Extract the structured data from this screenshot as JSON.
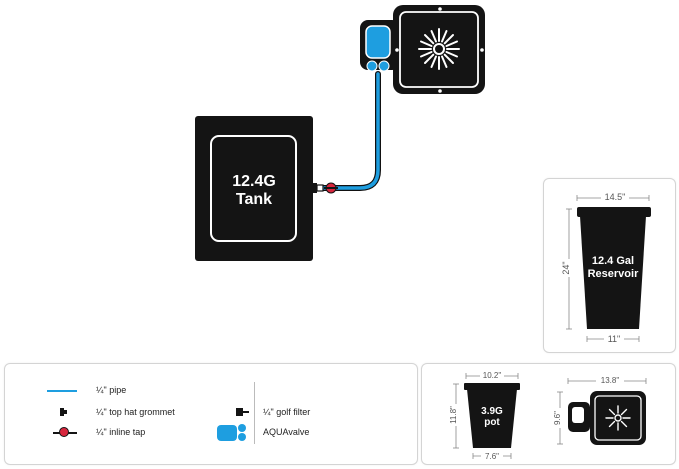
{
  "tank": {
    "line1": "12.4G",
    "line2": "Tank"
  },
  "reservoir_card": {
    "top_width": "14.5\"",
    "height": "24\"",
    "bottom_width": "11\"",
    "label_line1": "12.4 Gal",
    "label_line2": "Reservoir"
  },
  "pot_card": {
    "pot_top_width": "10.2\"",
    "pot_height": "11.8\"",
    "pot_bottom_width": "7.6\"",
    "pot_line1": "3.9G",
    "pot_line2": "pot",
    "tray_width": "13.8\"",
    "tray_height": "9.6\""
  },
  "legend": {
    "pipe": "¼\" pipe",
    "grommet": "¼\" top hat grommet",
    "inline_tap": "¼\" inline tap",
    "golf_filter": "¼\" golf filter",
    "aquavalve": "AQUAvalve"
  },
  "colors": {
    "pipe_blue": "#1e9ee0",
    "valve_blue": "#1e9ee0",
    "tap_red": "#d7263d",
    "black": "#141414"
  }
}
